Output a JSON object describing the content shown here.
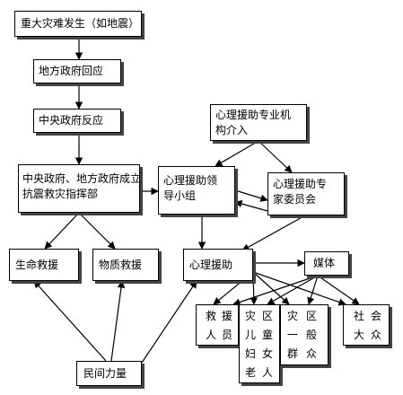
{
  "nodes": {
    "quake": {
      "label": "重大灾难发生（如地震）"
    },
    "local": {
      "label": "地方政府回应"
    },
    "central": {
      "label": "中央政府反应"
    },
    "hq": {
      "line1": "中央政府、地方政府成立",
      "line2": "抗震救灾指挥部"
    },
    "org": {
      "line1": "心理援助专业机",
      "line2": "构介入"
    },
    "lead": {
      "line1": "心理援助领",
      "line2": "导小组"
    },
    "expert": {
      "line1": "心理援助专",
      "line2": "家委员会"
    },
    "life": {
      "label": "生命救援"
    },
    "material": {
      "label": "物质救援"
    },
    "psy": {
      "label": "心理援助"
    },
    "media": {
      "label": "媒体"
    },
    "civil": {
      "label": "民间力量"
    }
  },
  "groups": {
    "rescuers": [
      [
        "救",
        "人"
      ],
      [
        "援",
        "员"
      ]
    ],
    "victims": [
      [
        "灾",
        "儿",
        "妇",
        "老"
      ],
      [
        "区",
        "童",
        "女",
        "人"
      ]
    ],
    "general": [
      [
        "灾",
        "一",
        "群"
      ],
      [
        "区",
        "般",
        "众"
      ]
    ],
    "society": [
      [
        "社",
        "大"
      ],
      [
        "会",
        "众"
      ]
    ]
  }
}
